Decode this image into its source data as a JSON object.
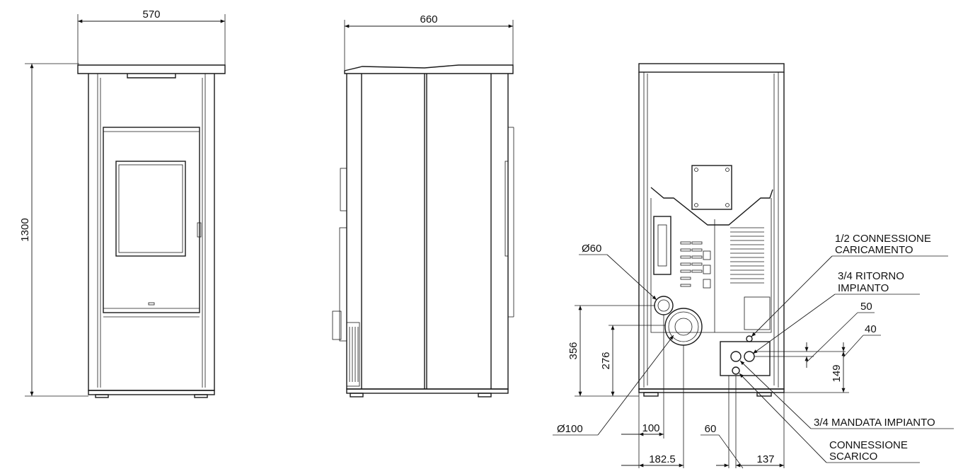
{
  "front_view": {
    "width_dim": "570",
    "height_dim": "1300"
  },
  "side_view": {
    "depth_dim": "660"
  },
  "rear_view": {
    "flue_diameter": "Ø100",
    "air_diameter": "Ø60",
    "dim_356": "356",
    "dim_276": "276",
    "dim_100": "100",
    "dim_182_5": "182.5",
    "dim_60": "60",
    "dim_137": "137",
    "dim_50": "50",
    "dim_40": "40",
    "dim_149": "149",
    "label_carico_1": "1/2 CONNESSIONE",
    "label_carico_2": "CARICAMENTO",
    "label_ritorno_1": "3/4 RITORNO",
    "label_ritorno_2": "IMPIANTO",
    "label_mandata": "3/4 MANDATA IMPIANTO",
    "label_scarico_1": "CONNESSIONE",
    "label_scarico_2": "SCARICO"
  }
}
